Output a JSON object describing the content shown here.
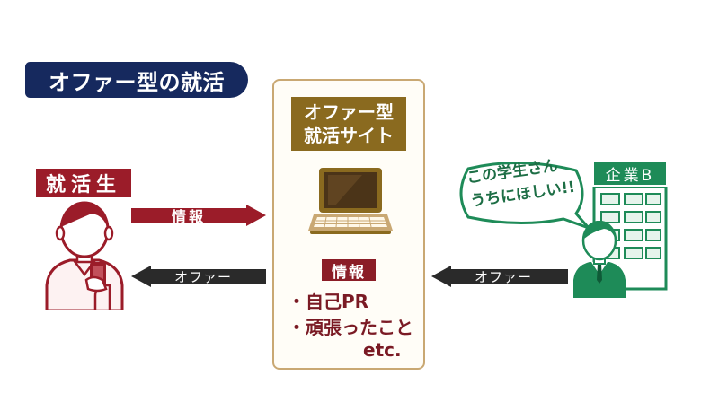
{
  "title": "オファー型の就活",
  "site": {
    "label_line1": "オファー型",
    "label_line2": "就活サイト",
    "info_tag": "情報",
    "items": [
      "・自己PR",
      "・頑張ったこと"
    ],
    "etc": "etc."
  },
  "student": {
    "label": "就活生"
  },
  "company": {
    "label": "企業B",
    "speech_line1": "この学生さん",
    "speech_line2": "うちにほしい!!"
  },
  "arrows": {
    "info_label": "情報",
    "offer_label_left": "オファー",
    "offer_label_right": "オファー"
  },
  "colors": {
    "navy": "#16295e",
    "maroon": "#9b1c29",
    "gold": "#8a6a1f",
    "green": "#1e8b58",
    "dark": "#2a2a2a"
  }
}
